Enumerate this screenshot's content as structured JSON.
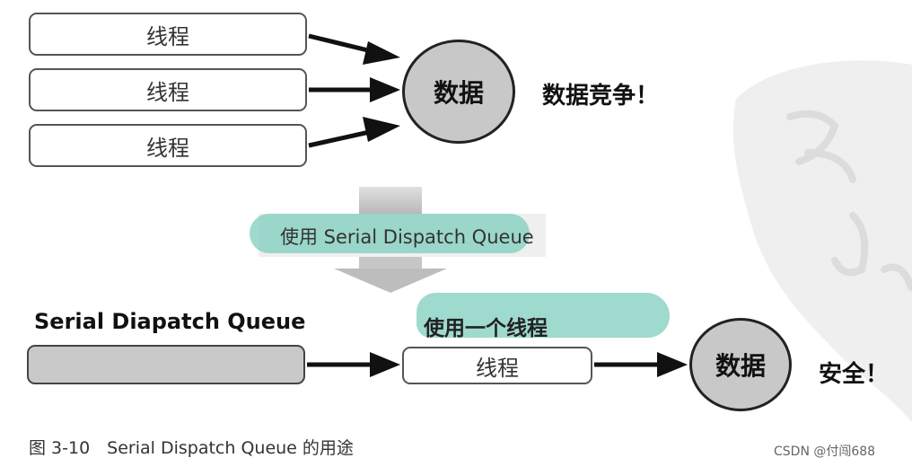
{
  "top": {
    "threads": [
      "线程",
      "线程",
      "线程"
    ],
    "data_label": "数据",
    "race_text": "数据竞争！"
  },
  "transition": {
    "label": "使用 Serial Dispatch Queue"
  },
  "bottom": {
    "queue_title": "Serial Diapatch Queue",
    "one_thread_note": "使用一个线程",
    "thread": "线程",
    "data_label": "数据",
    "safe_text": "安全！"
  },
  "caption": "图 3-10　Serial Dispatch Queue 的用途",
  "watermark": "CSDN @付闯688",
  "colors": {
    "highlight": "#7dcdbe",
    "circle_fill": "#c8c8c8",
    "queue_fill": "#c9c9c9"
  }
}
